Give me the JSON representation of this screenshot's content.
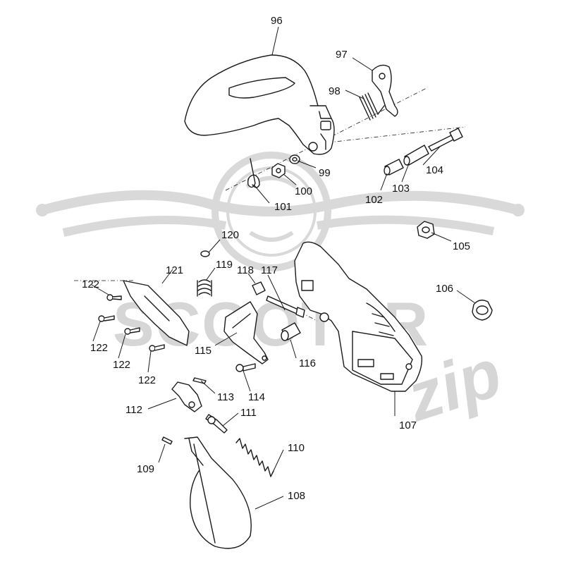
{
  "watermark": {
    "brand_word": "SCOOTER",
    "brand_script": "zip",
    "color": "#d9d9d9"
  },
  "callouts": {
    "c96": "96",
    "c97": "97",
    "c98": "98",
    "c99": "99",
    "c100": "100",
    "c101": "101",
    "c102": "102",
    "c103": "103",
    "c104": "104",
    "c105": "105",
    "c106": "106",
    "c107": "107",
    "c108": "108",
    "c109": "109",
    "c110": "110",
    "c111": "111",
    "c112": "112",
    "c113": "113",
    "c114": "114",
    "c115": "115",
    "c116": "116",
    "c117": "117",
    "c118": "118",
    "c119": "119",
    "c120": "120",
    "c121": "121",
    "c122a": "122",
    "c122b": "122",
    "c122c": "122",
    "c122d": "122"
  },
  "colors": {
    "line": "#1a1a1a",
    "background": "#ffffff"
  }
}
